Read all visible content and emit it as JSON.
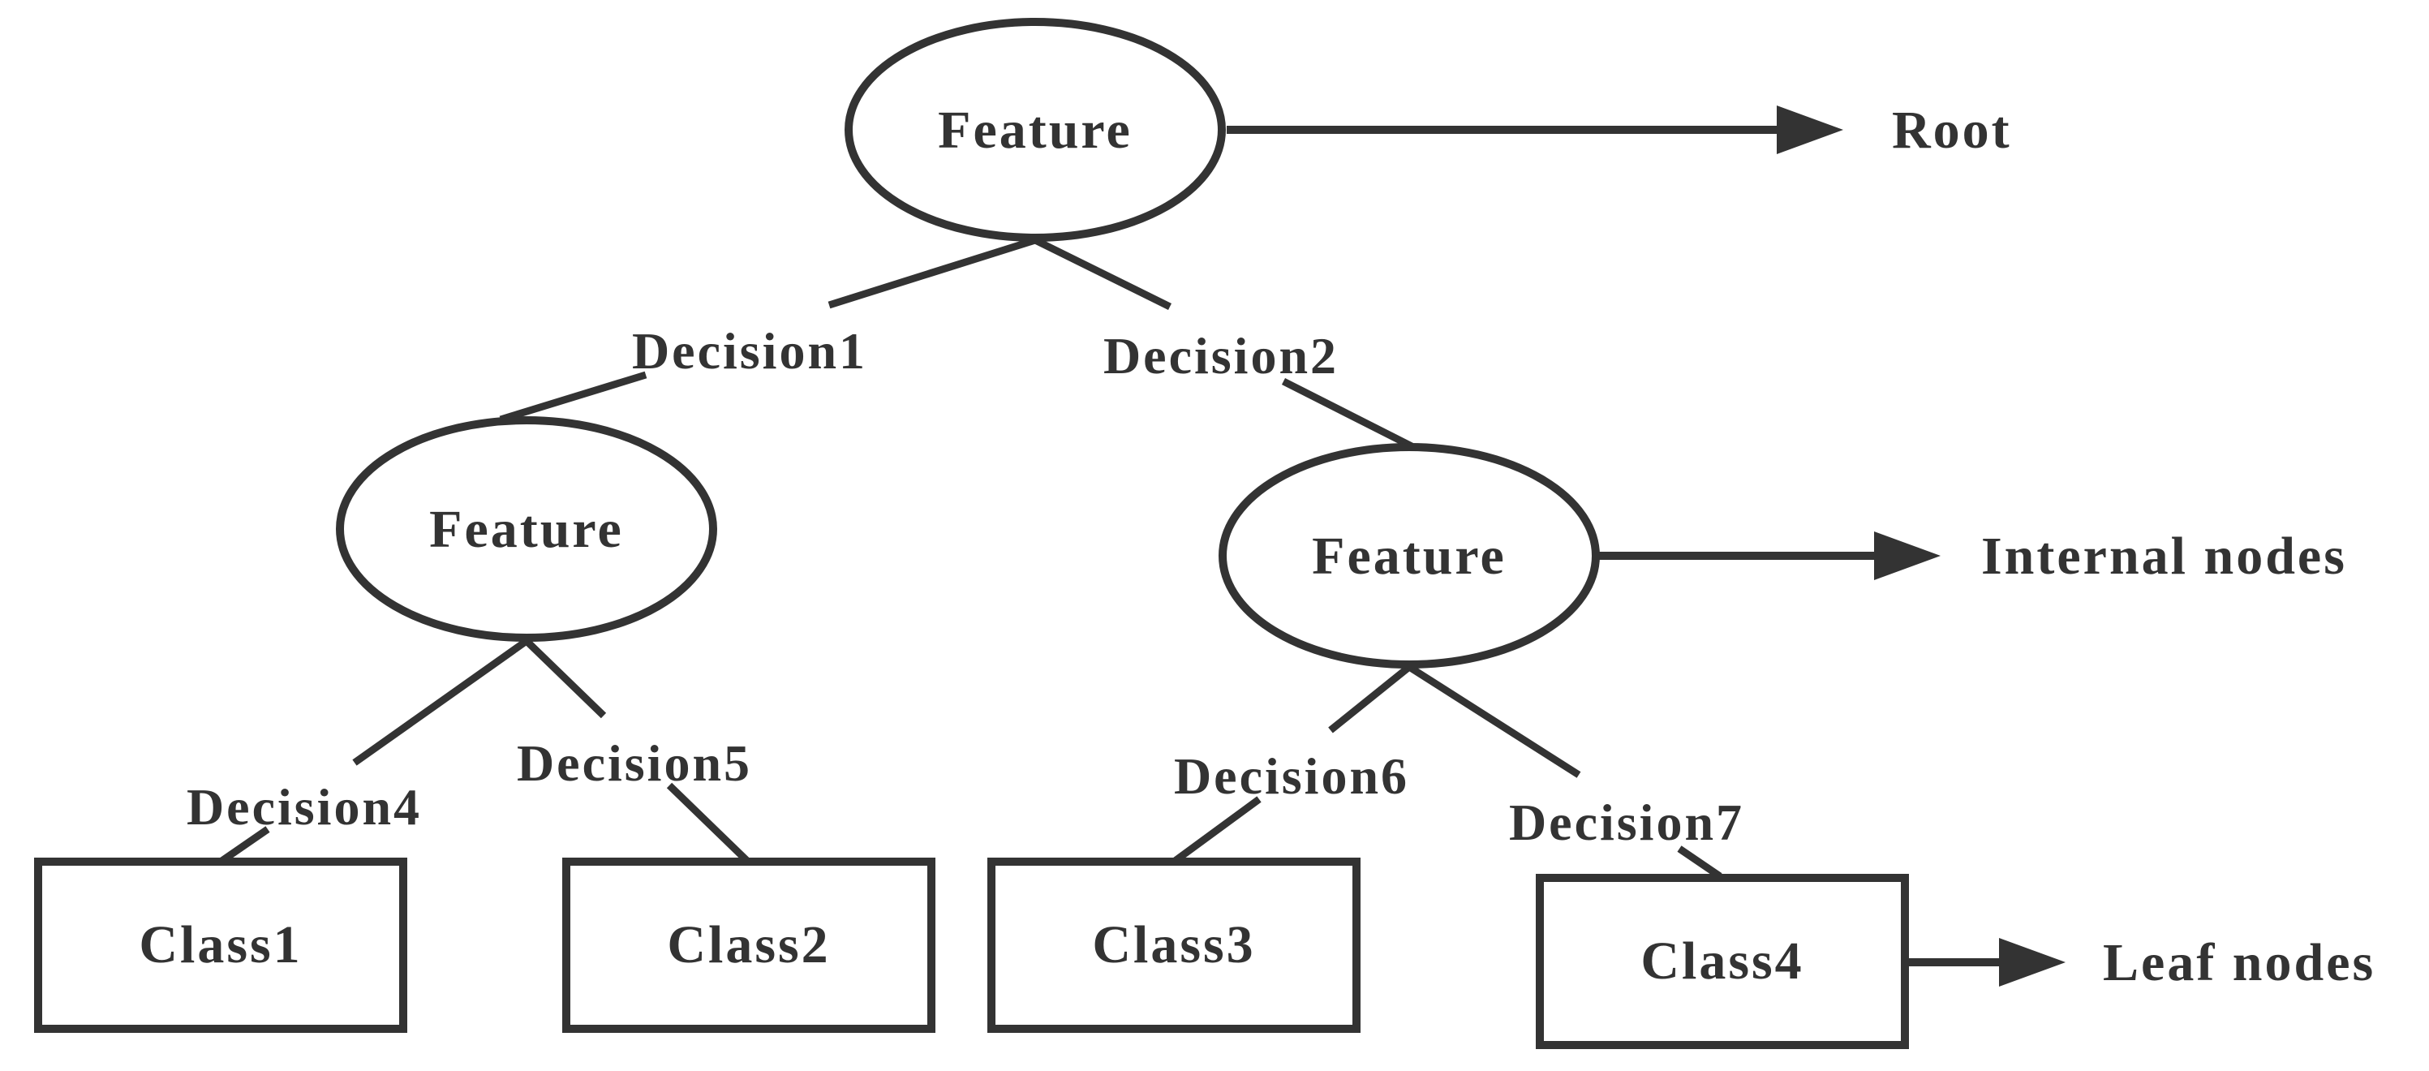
{
  "nodes": {
    "root": {
      "label": "Feature",
      "shape": "ellipse"
    },
    "internal_left": {
      "label": "Feature",
      "shape": "ellipse"
    },
    "internal_right": {
      "label": "Feature",
      "shape": "ellipse"
    },
    "leaf_1": {
      "label": "Class1",
      "shape": "rectangle"
    },
    "leaf_2": {
      "label": "Class2",
      "shape": "rectangle"
    },
    "leaf_3": {
      "label": "Class3",
      "shape": "rectangle"
    },
    "leaf_4": {
      "label": "Class4",
      "shape": "rectangle"
    }
  },
  "edges": [
    {
      "from": "root",
      "to": "internal_left",
      "label": "Decision1"
    },
    {
      "from": "root",
      "to": "internal_right",
      "label": "Decision2"
    },
    {
      "from": "internal_left",
      "to": "leaf_1",
      "label": "Decision4"
    },
    {
      "from": "internal_left",
      "to": "leaf_2",
      "label": "Decision5"
    },
    {
      "from": "internal_right",
      "to": "leaf_3",
      "label": "Decision6"
    },
    {
      "from": "internal_right",
      "to": "leaf_4",
      "label": "Decision7"
    }
  ],
  "callouts": [
    {
      "from": "root",
      "label": "Root"
    },
    {
      "from": "internal_right",
      "label": "Internal nodes"
    },
    {
      "from": "leaf_4",
      "label": "Leaf nodes"
    }
  ],
  "colors": {
    "stroke": "#333333",
    "text": "#333333",
    "background": "#ffffff"
  }
}
